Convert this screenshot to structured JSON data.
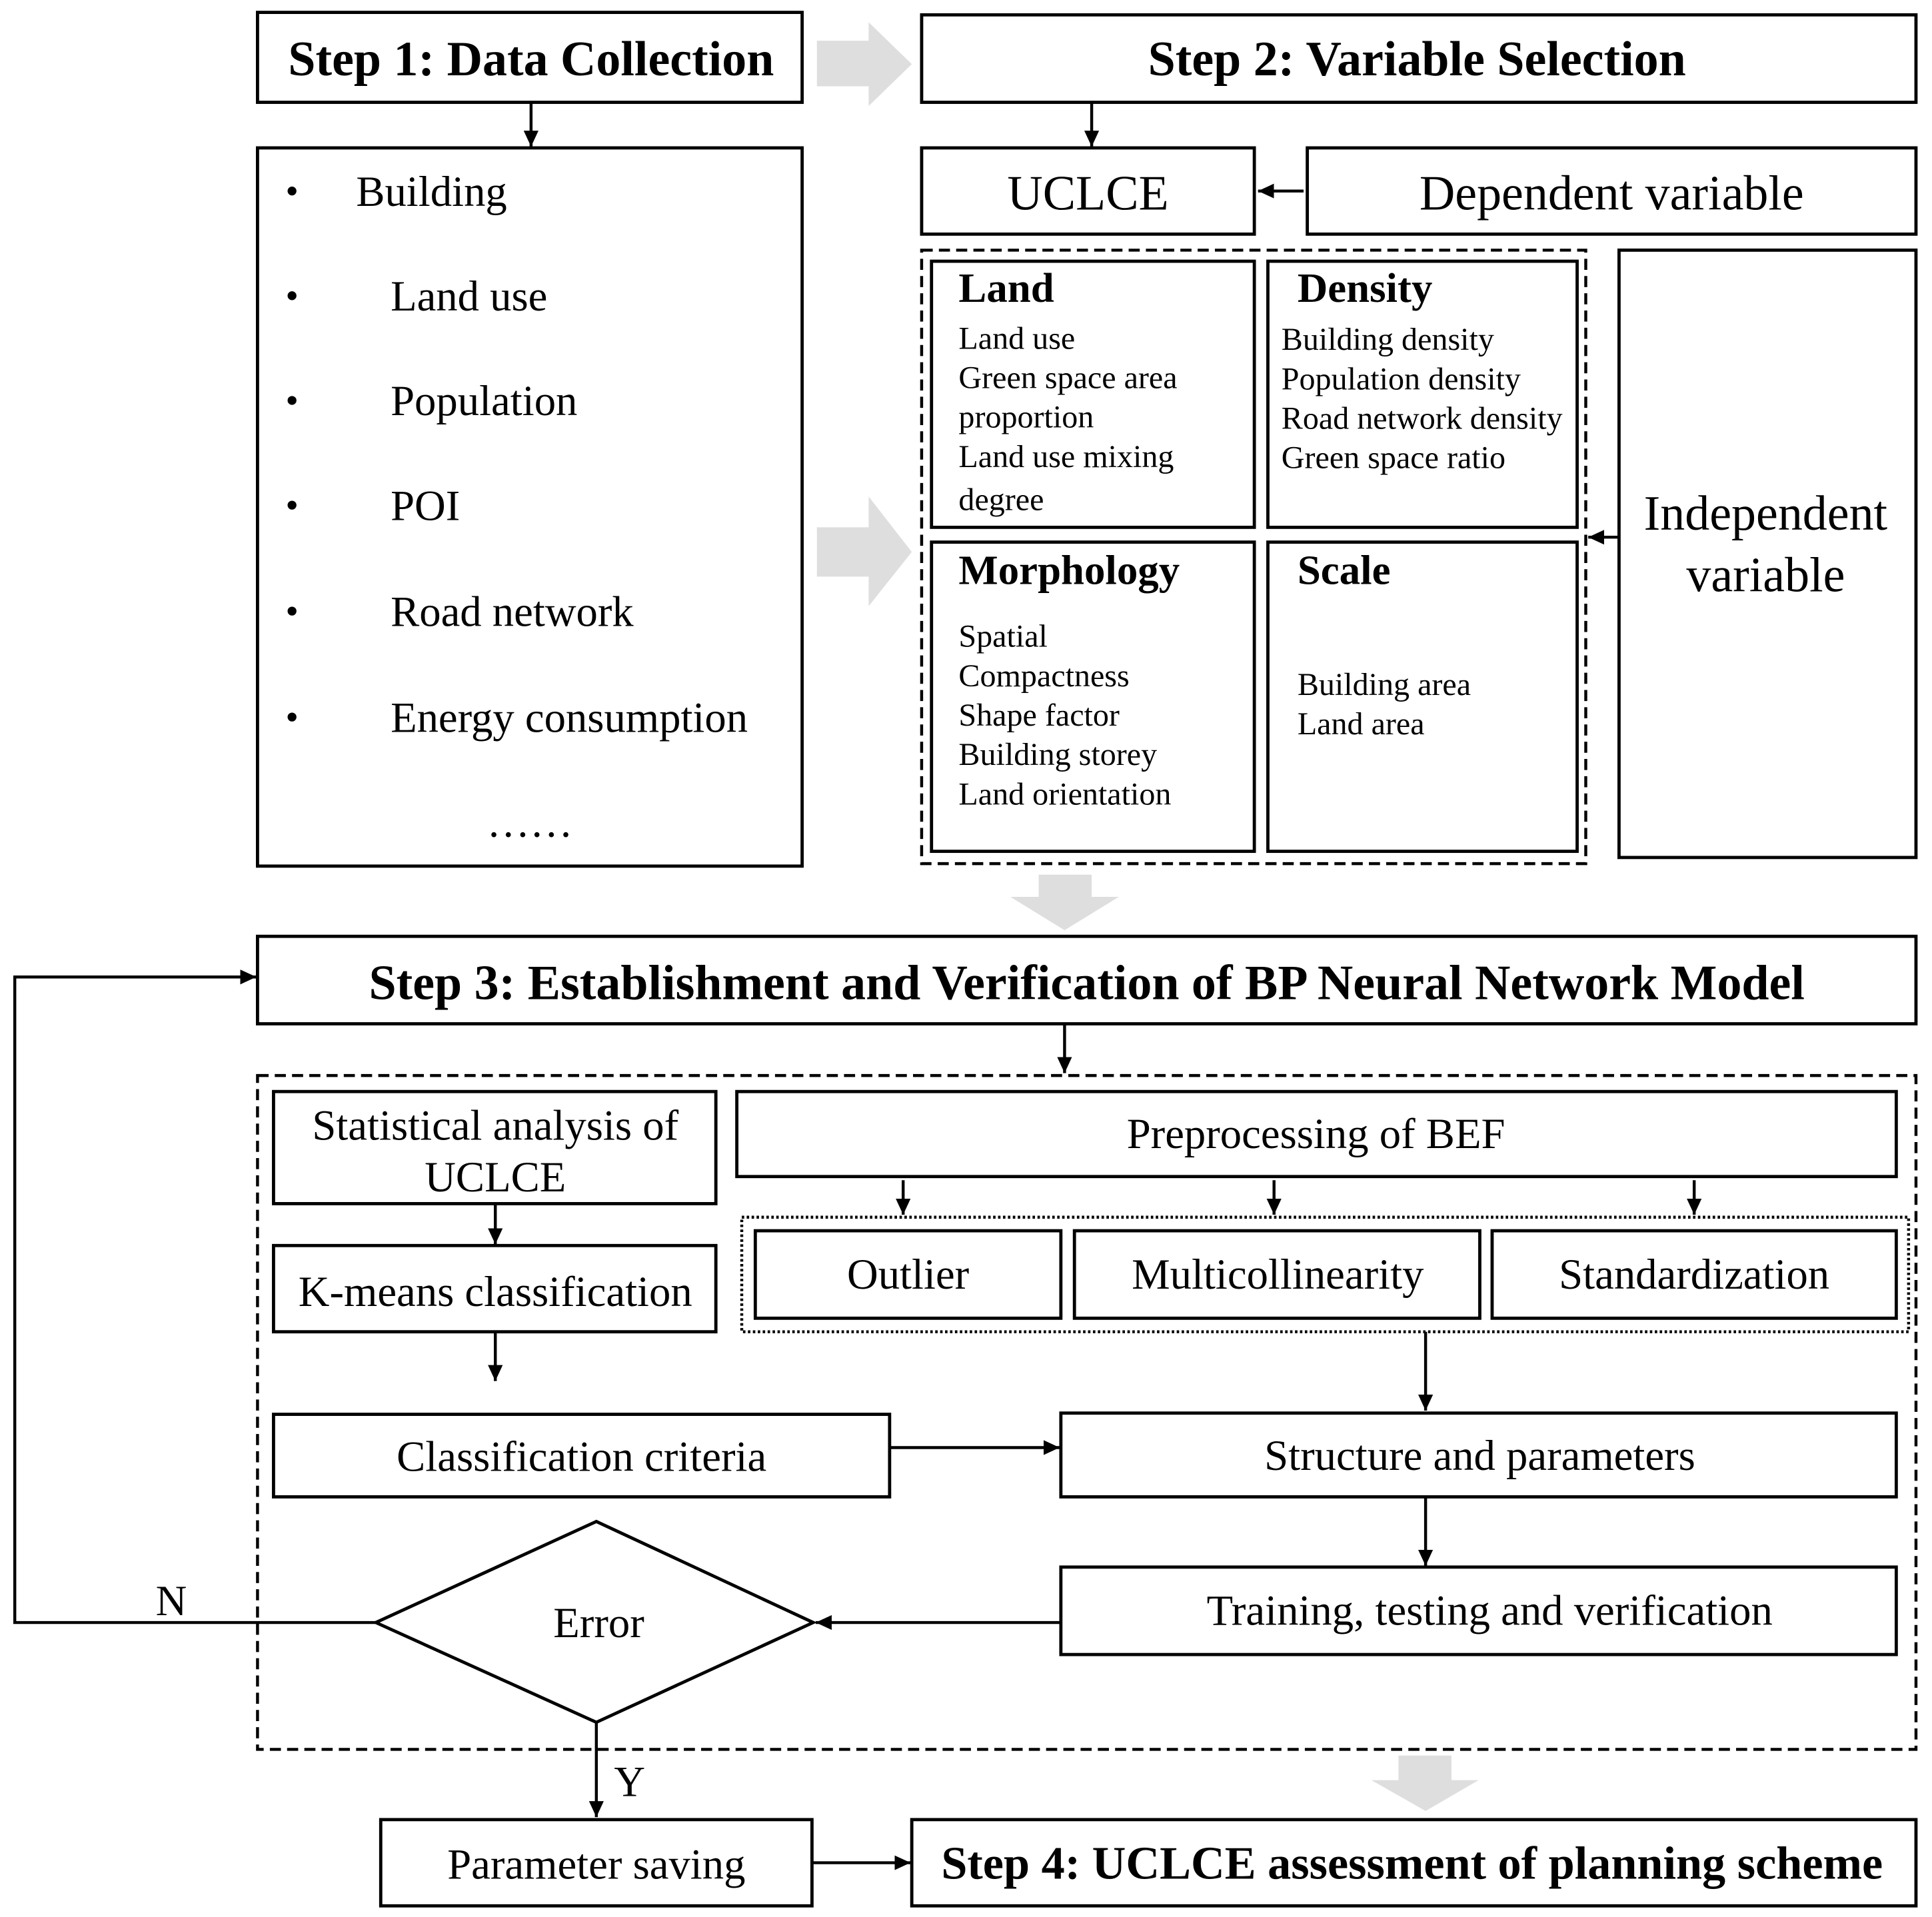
{
  "step1": {
    "title": "Step 1: Data Collection",
    "items": [
      "Building",
      "Land use",
      "Population",
      "POI",
      "Road network",
      "Energy consumption"
    ],
    "more": "……"
  },
  "step2": {
    "title": "Step 2: Variable Selection",
    "target": "UCLCE",
    "dependent_label": "Dependent variable",
    "independent_label": [
      "Independent",
      "variable"
    ],
    "groups": [
      {
        "heading": "Land",
        "lines": [
          "Land use",
          "Green space area",
          "proportion",
          "Land use mixing",
          "degree"
        ]
      },
      {
        "heading": "Density",
        "lines": [
          "Building density",
          "Population density",
          "Road network density",
          "Green space ratio"
        ]
      },
      {
        "heading": "Morphology",
        "lines": [
          "Spatial",
          "Compactness",
          "Shape factor",
          "Building storey",
          "Land orientation"
        ]
      },
      {
        "heading": "Scale",
        "lines": [
          "Building area",
          "Land area"
        ]
      }
    ]
  },
  "step3": {
    "title": "Step 3: Establishment and Verification of BP Neural Network Model",
    "statistical_analysis": [
      "Statistical analysis of",
      "UCLCE"
    ],
    "kmeans": "K-means classification",
    "classification_criteria": "Classification criteria",
    "preprocessing": "Preprocessing of BEF",
    "preprocessing_steps": [
      "Outlier",
      "Multicollinearity",
      "Standardization"
    ],
    "structure": "Structure and parameters",
    "training": "Training, testing and verification",
    "decision": "Error",
    "no_label": "N",
    "yes_label": "Y",
    "parameter_saving": "Parameter saving"
  },
  "step4": {
    "title": "Step 4: UCLCE assessment of planning scheme"
  },
  "colors": {
    "background": "#ffffff",
    "stroke": "#000000",
    "block_arrow": "#dedede"
  }
}
